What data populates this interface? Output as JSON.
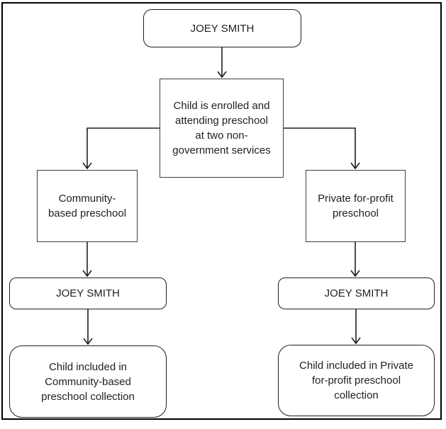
{
  "diagram": {
    "type": "flowchart",
    "background": "#ffffff",
    "colors": {
      "line": "#1f1f1f",
      "rect_border": "#3f3f3f",
      "rounded_border": "#1f1f1f",
      "text": "#1f1f1f",
      "frame_border": "#000000"
    },
    "nodes": {
      "top_joey": {
        "label": "JOEY SMITH",
        "shape": "rounded-rectangle"
      },
      "enrolled": {
        "label": "Child is enrolled and attending preschool at two non-government services",
        "shape": "rectangle",
        "lines": [
          "Child is enrolled and",
          "attending preschool",
          "at two non-",
          "government services"
        ]
      },
      "community": {
        "label": "Community-based preschool",
        "shape": "rectangle",
        "lines": [
          "Community-",
          "based preschool"
        ]
      },
      "private": {
        "label": "Private for-profit preschool",
        "shape": "rectangle",
        "lines": [
          "Private for-profit",
          "preschool"
        ]
      },
      "left_joey": {
        "label": "JOEY SMITH",
        "shape": "rounded-rectangle"
      },
      "right_joey": {
        "label": "JOEY SMITH",
        "shape": "rounded-rectangle"
      },
      "community_collection": {
        "label": "Child included in Community-based preschool collection",
        "shape": "rounded-rectangle",
        "lines": [
          "Child included in",
          "Community-based",
          "preschool collection"
        ]
      },
      "private_collection": {
        "label": "Child included in Private for-profit preschool collection",
        "shape": "rounded-rectangle",
        "lines": [
          "Child included in Private",
          "for-profit preschool",
          "collection"
        ]
      }
    },
    "edges": [
      {
        "from": "top_joey",
        "to": "enrolled"
      },
      {
        "from": "enrolled",
        "to": "community"
      },
      {
        "from": "enrolled",
        "to": "private"
      },
      {
        "from": "community",
        "to": "left_joey"
      },
      {
        "from": "private",
        "to": "right_joey"
      },
      {
        "from": "left_joey",
        "to": "community_collection"
      },
      {
        "from": "right_joey",
        "to": "private_collection"
      }
    ]
  }
}
